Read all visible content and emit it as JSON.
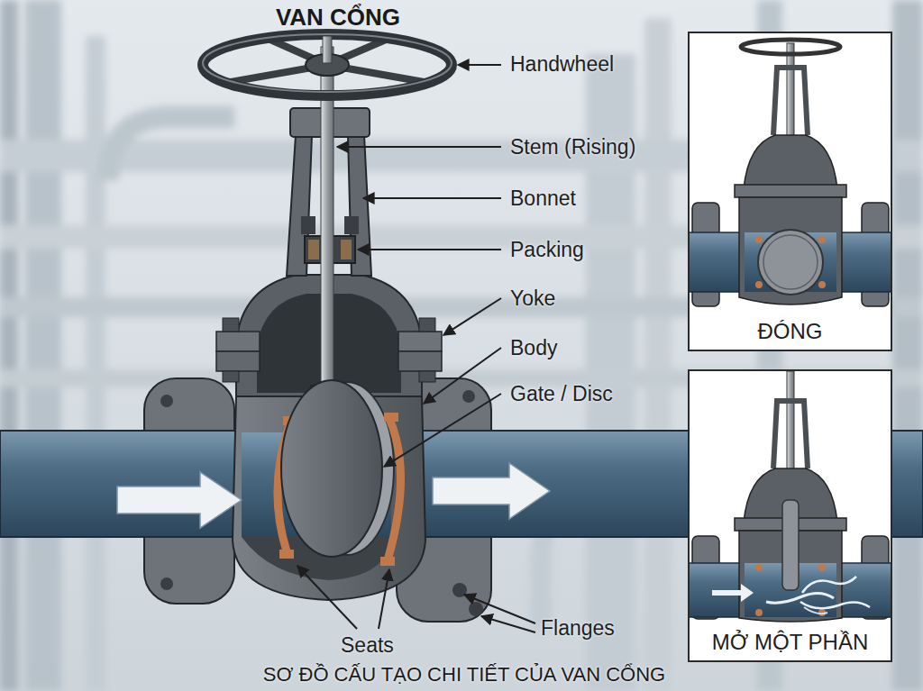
{
  "diagram": {
    "title": "VAN CỔNG",
    "caption": "SƠ ĐỒ CẤU TẠO CHI TIẾT CỦA VAN CỔNG",
    "nodes": [
      {
        "text": [
          "ĐÓNG"
        ]
      },
      {
        "text": [
          "MỞ MỘT PHẦN"
        ]
      }
    ],
    "labels": [
      "Handwheel",
      "Stem (Rising)",
      "Bonnet",
      "Packing",
      "Yoke",
      "Body",
      "Gate / Disc",
      "Seats",
      "Flanges"
    ]
  }
}
